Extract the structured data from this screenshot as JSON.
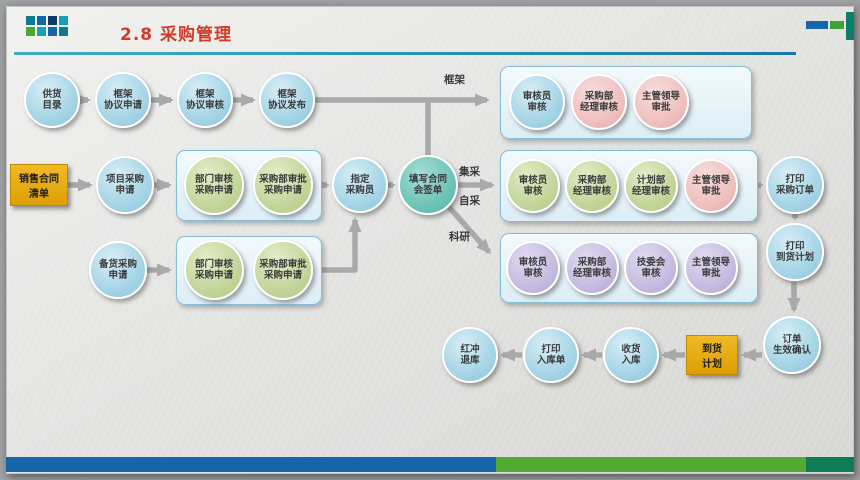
{
  "slide": {
    "title": "2.8 采购管理"
  },
  "branches": {
    "frame": "框架",
    "central": "集采",
    "self": "自采",
    "research": "科研"
  },
  "flow": {
    "supply_catalog": "供货\n目录",
    "frame_apply": "框架\n协议申请",
    "frame_audit": "框架\n协议审核",
    "frame_publish": "框架\n协议发布",
    "sales_contract_list": "销售合同\n清单",
    "project_purchase_apply": "项目采购\n申请",
    "dept_audit_apply": "部门审核\n采购申请",
    "purchase_dept_approve_apply": "采购部审批\n采购申请",
    "stock_purchase_apply": "备货采购\n申请",
    "assign_buyer": "指定\n采购员",
    "fill_contract_countersign": "填写合同\n会签单",
    "print_purchase_order": "打印\n采购订单",
    "print_arrival_plan": "打印\n到货计划",
    "order_effective_confirm": "订单\n生效确认",
    "arrival_plan": "到货\n计划",
    "receive_into_stock": "收货\n入库",
    "print_stockin_receipt": "打印\n入库单",
    "red_reverse_return": "红冲\n退库"
  },
  "approval_boxes": {
    "frame": {
      "auditor": "审核员\n审核",
      "purchase_manager": "采购部\n经理审核",
      "leader": "主管领导\n审批"
    },
    "central": {
      "auditor": "审核员\n审核",
      "purchase_manager": "采购部\n经理审核",
      "plan_manager": "计划部\n经理审核",
      "leader": "主管领导\n审批"
    },
    "research": {
      "auditor": "审核员\n审核",
      "purchase_manager": "采购部\n经理审核",
      "tech_committee": "技委会\n审核",
      "leader": "主管领导\n审批"
    }
  },
  "colors": {
    "title": "#d13b28",
    "blue_node": "#a6d5e6",
    "green_node": "#c3d69b",
    "pink_node": "#efc1c0",
    "purple_node": "#c6bce0",
    "teal_node": "#6fc4b7",
    "gold_node": "#e6a81a",
    "group_border": "#85bdd8",
    "arrow": "#a9a9a9",
    "bar_blue": "#1565a8",
    "bar_green": "#54a932",
    "bar_dark_green": "#0e7d56"
  }
}
